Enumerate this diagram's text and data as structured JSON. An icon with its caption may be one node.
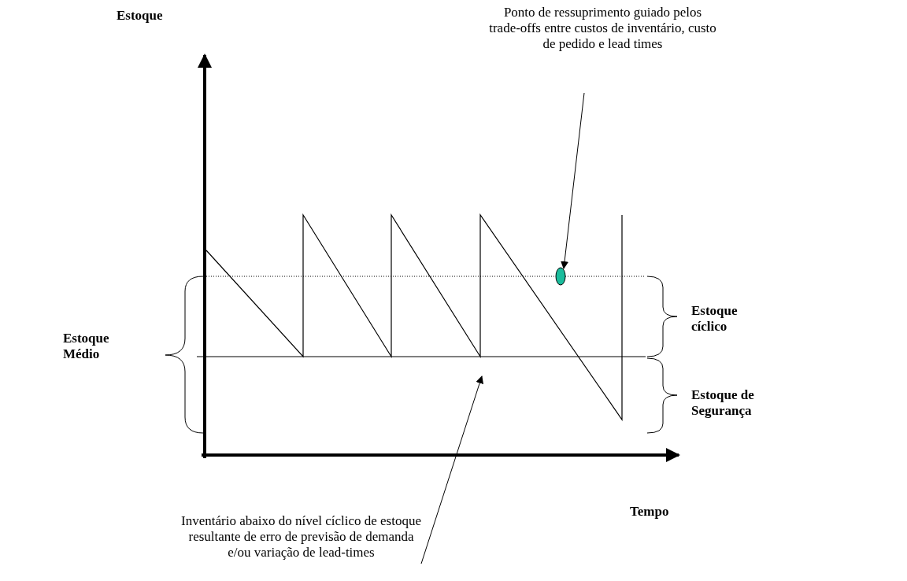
{
  "diagram": {
    "nodes": [
      {
        "text": [
          "Ponto de ressuprimento guiado pelos trade-offs entre custos de inventário, custo de pedido e lead times"
        ]
      },
      {
        "text": [],
        "shape": "circle"
      },
      {
        "text": [
          "Inventário abaixo do nível cíclico de estoque resultante de erro de previsão de demanda e/ou variação de lead-times"
        ]
      }
    ],
    "edges": [
      {
        "from": 0,
        "to": 1,
        "arrow": "to"
      },
      {
        "from": 2,
        "to": null,
        "arrow": "to"
      }
    ],
    "labels": [
      "Estoque",
      "Estoque cíclico",
      "Estoque Médio",
      "Estoque de Segurança",
      "Tempo"
    ]
  }
}
